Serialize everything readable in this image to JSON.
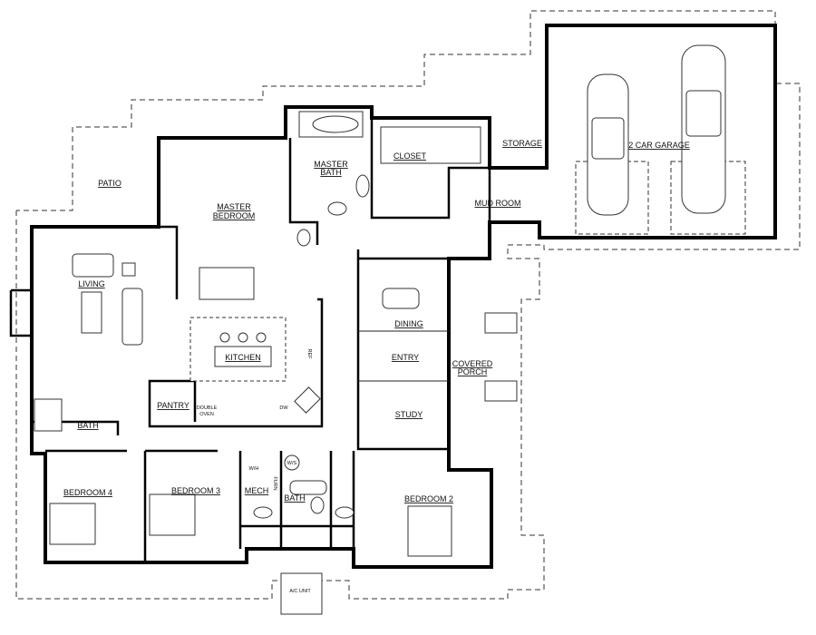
{
  "rooms": {
    "patio": "PATIO",
    "master_bedroom": [
      "MASTER",
      "BEDROOM"
    ],
    "master_bath": [
      "MASTER",
      "BATH"
    ],
    "closet": "CLOSET",
    "storage": "STORAGE",
    "garage": "2 CAR GARAGE",
    "mud_room": "MUD ROOM",
    "living": "LIVING",
    "dining": "DINING",
    "kitchen": "KITCHEN",
    "entry": "ENTRY",
    "covered_porch": [
      "COVERED",
      "PORCH"
    ],
    "study": "STUDY",
    "pantry": "PANTRY",
    "double_oven": [
      "DOUBLE",
      "OVEN"
    ],
    "dishwasher": "DW",
    "refrigerator": "REF",
    "hall_bath_left": "BATH",
    "water_heater": "W/H",
    "water_softener": "W/S",
    "mech": "MECH",
    "furnace": "FURN",
    "hall_bath": "BATH",
    "bedroom_4": "BEDROOM 4",
    "bedroom_3": "BEDROOM 3",
    "bedroom_2": "BEDROOM 2",
    "ac_unit": "A/C UNIT"
  }
}
